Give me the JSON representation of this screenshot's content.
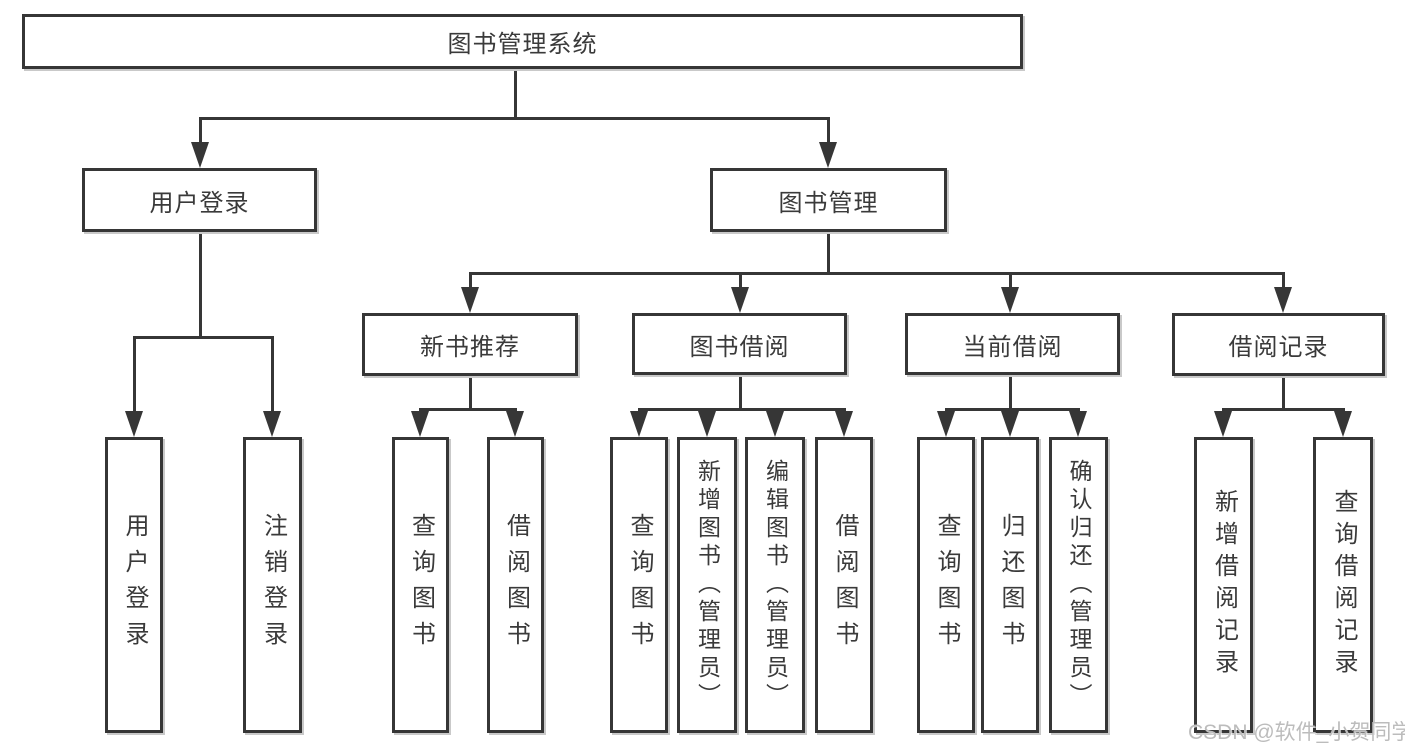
{
  "diagram": {
    "title": "图书管理系统",
    "branches": [
      {
        "label": "用户登录",
        "children": [
          {
            "label": "用户登录"
          },
          {
            "label": "注销登录"
          }
        ]
      },
      {
        "label": "图书管理",
        "children": [
          {
            "label": "新书推荐",
            "children": [
              {
                "label": "查询图书"
              },
              {
                "label": "借阅图书"
              }
            ]
          },
          {
            "label": "图书借阅",
            "children": [
              {
                "label": "查询图书"
              },
              {
                "label": "新增图书（管理员）"
              },
              {
                "label": "编辑图书（管理员）"
              },
              {
                "label": "借阅图书"
              }
            ]
          },
          {
            "label": "当前借阅",
            "children": [
              {
                "label": "查询图书"
              },
              {
                "label": "归还图书"
              },
              {
                "label": "确认归还（管理员）"
              }
            ]
          },
          {
            "label": "借阅记录",
            "children": [
              {
                "label": "新增借阅记录"
              },
              {
                "label": "查询借阅记录"
              }
            ]
          }
        ]
      }
    ],
    "watermark": "CSDN @软件_小贺同学",
    "colors": {
      "line": "#363636",
      "text": "#3a3a3a",
      "background": "#ffffff",
      "watermark": "#bcbcbc"
    }
  }
}
